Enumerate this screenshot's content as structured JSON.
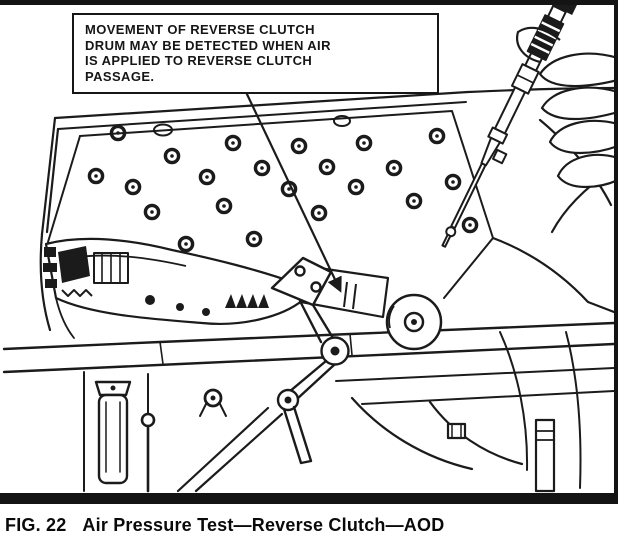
{
  "figure": {
    "callout": {
      "lines": [
        "MOVEMENT OF REVERSE CLUTCH",
        "DRUM MAY BE DETECTED WHEN AIR",
        "IS APPLIED TO REVERSE CLUTCH",
        "PASSAGE."
      ]
    },
    "caption": {
      "fig_label": "FIG. 22",
      "title": "Air Pressure Test—Reverse Clutch—AOD"
    },
    "colors": {
      "ink": "#1b1b1b",
      "paper": "#ffffff"
    }
  }
}
